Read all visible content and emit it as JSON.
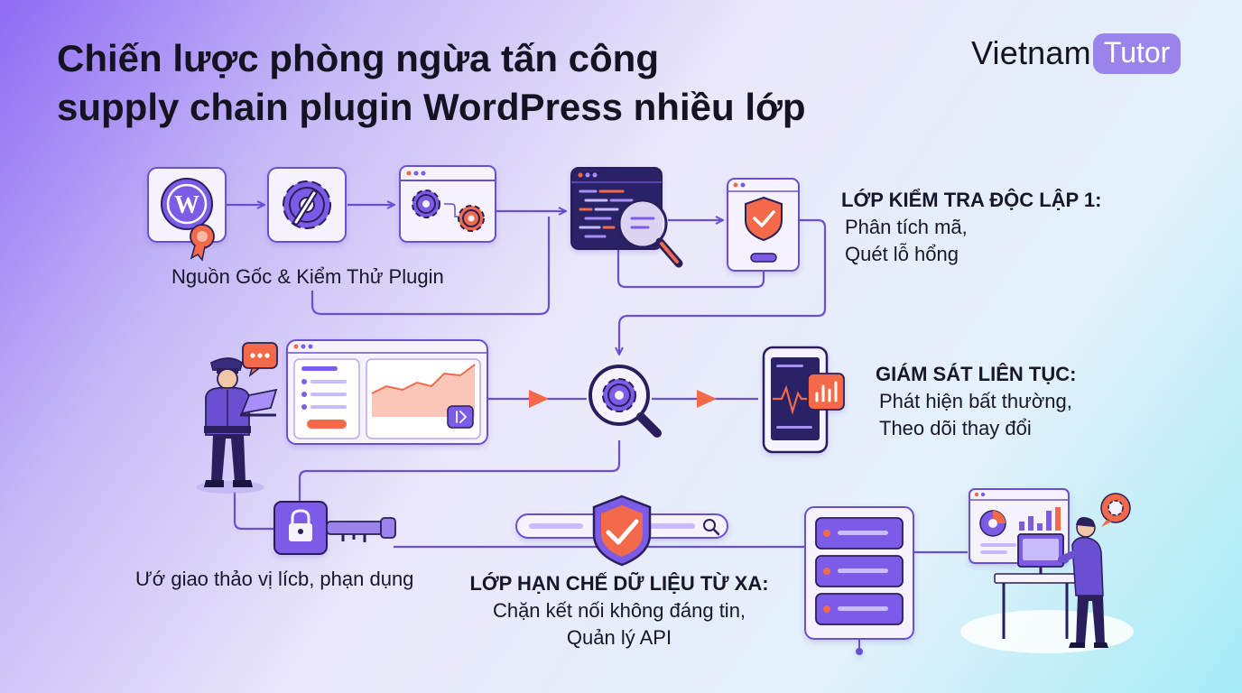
{
  "title": {
    "line1": "Chiến lược phòng ngừa tấn công",
    "line2": "supply chain plugin WordPress nhiều lớp"
  },
  "brand": {
    "part1": "Vietnam",
    "part2": "Tutor"
  },
  "labels": {
    "plugin_origin": "Nguồn Gốc & Kiểm Thử Plugin",
    "layer1_title": "LỚP KIỂM TRA ĐỘC LẬP 1:",
    "layer1_line1": "Phân tích mã,",
    "layer1_line2": "Quét lỗ hổng",
    "monitor_title": "GIÁM SÁT LIÊN TỤC:",
    "monitor_line1": "Phát hiện bất thường,",
    "monitor_line2": "Theo dõi thay đổi",
    "agreement": "Ướ giao thảo vị lícb, phạn dụng",
    "remote_title": "LỚP HẠN CHẾ DỮ LIỆU TỪ XA:",
    "remote_line1": "Chặn kết nối không đáng tin,",
    "remote_line2": "Quản lý API"
  },
  "icons": {
    "wordpress_letter": "W",
    "wordpress": "wordpress-icon",
    "gear_wrench": "gear-wrench-icon",
    "code": "code-scan-icon",
    "shield_check": "shield-check-icon",
    "security_officer": "security-officer-icon",
    "lock_key": "lock-key-icon",
    "server": "server-icon",
    "analyst": "analyst-icon"
  },
  "colors": {
    "line": "#6a4fd1",
    "accent": "#7c5ce6",
    "panel": "#f6f3ff",
    "alert": "#f26a4a",
    "dark": "#2a1f5c"
  }
}
